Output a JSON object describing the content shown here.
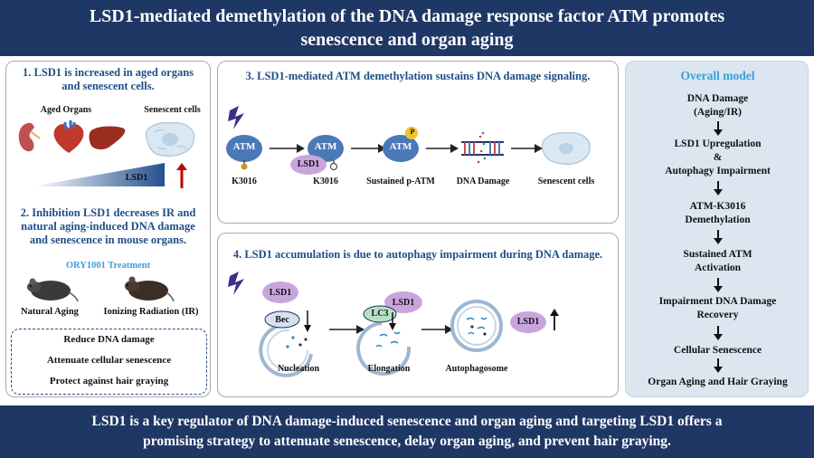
{
  "banner": {
    "line1": "LSD1-mediated demethylation of the DNA damage response factor ATM promotes",
    "line2": "senescence and organ aging"
  },
  "panel1": {
    "title_line1": "1. LSD1 is increased in aged organs",
    "title_line2": "and senescent cells.",
    "aged_organs": "Aged Organs",
    "senescent_cells": "Senescent cells",
    "lsd1": "LSD1"
  },
  "panel2": {
    "title_line1": "2. Inhibition LSD1 decreases IR and",
    "title_line2": "natural aging-induced DNA damage",
    "title_line3": "and senescence in mouse organs.",
    "treatment": "ORY1001 Treatment",
    "natural_aging": "Natural Aging",
    "ionizing_radiation": "Ionizing Radiation (IR)",
    "effects": [
      "Reduce DNA damage",
      "Attenuate cellular senescence",
      "Protect against hair graying"
    ]
  },
  "panel3": {
    "title": "3. LSD1-mediated ATM demethylation sustains DNA damage signaling.",
    "atm": "ATM",
    "lsd1": "LSD1",
    "p": "P",
    "labels": [
      "K3016",
      "K3016",
      "Sustained p-ATM",
      "DNA Damage",
      "Senescent cells"
    ]
  },
  "panel4": {
    "title": "4. LSD1 accumulation is due to autophagy impairment during DNA damage.",
    "lsd1": "LSD1",
    "bec": "Bec",
    "lc3": "LC3",
    "labels": [
      "Nucleation",
      "Elongation",
      "Autophagosome"
    ]
  },
  "model": {
    "title": "Overall model",
    "steps": [
      [
        "DNA Damage",
        "(Aging/IR)"
      ],
      [
        "LSD1 Upregulation",
        "&",
        "Autophagy Impairment"
      ],
      [
        "ATM-K3016",
        "Demethylation"
      ],
      [
        "Sustained ATM",
        "Activation"
      ],
      [
        "Impairment DNA Damage",
        "Recovery"
      ],
      [
        "Cellular Senescence"
      ],
      [
        "Organ Aging and Hair Graying"
      ]
    ]
  },
  "footer": {
    "line1": "LSD1 is a key regulator of DNA damage-induced senescence and organ aging and targeting LSD1 offers a",
    "line2": "promising strategy to attenuate senescence, delay organ aging, and prevent hair graying."
  },
  "colors": {
    "navy": "#1f3764",
    "title_blue": "#1f4f86",
    "atm_blue": "#4a79b8",
    "lsd1_purple": "#c9a5dd",
    "model_bg": "#dce6f1",
    "arrow_red": "#c00000"
  }
}
